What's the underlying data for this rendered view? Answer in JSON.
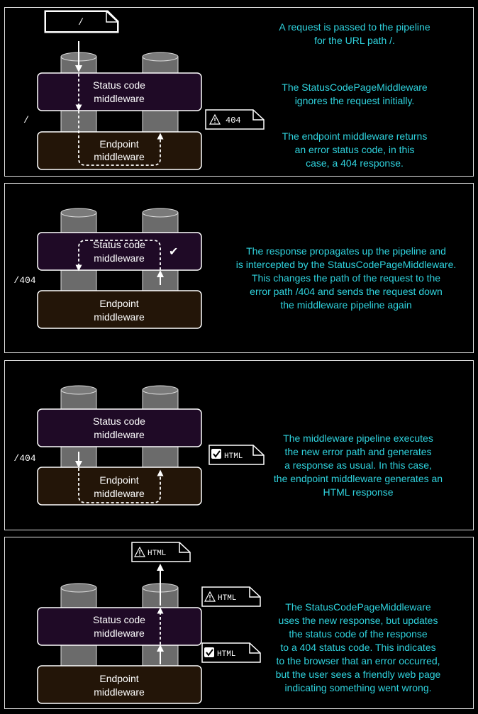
{
  "middleware": {
    "status_label": "Status code middleware",
    "status_line1": "Status code",
    "status_line2": "middleware",
    "endpoint_line1": "Endpoint",
    "endpoint_line2": "middleware"
  },
  "colors": {
    "text_accent": "#2fd3de",
    "status_box": "#1f0a26",
    "endpoint_box": "#231508",
    "pillar": "#6b6b6b",
    "border": "#e6e6e6"
  },
  "panels": [
    {
      "request_doc": "/",
      "path_label": "/",
      "response_badge": {
        "icon": "warning-icon",
        "text": "404"
      },
      "descriptions": [
        "A request is passed to the pipeline\nfor the URL path /.",
        "The StatusCodePageMiddleware\nignores the request initially.",
        "The endpoint middleware returns\nan error status code, in this\ncase, a 404 response."
      ]
    },
    {
      "path_label": "/404",
      "check_mark": "✔",
      "description": "The response propagates up the pipeline and\nis intercepted by the StatusCodePageMiddleware.\nThis changes the path of the request to the\nerror path /404 and sends the request down\nthe middleware pipeline again"
    },
    {
      "path_label": "/404",
      "response_badge": {
        "icon": "check-icon",
        "text": "HTML"
      },
      "description": "The middleware pipeline executes\nthe new error path and generates\na response as usual. In this case,\nthe endpoint middleware generates an\nHTML response"
    },
    {
      "top_badge": {
        "icon": "warning-icon",
        "text": "HTML"
      },
      "upper_badge": {
        "icon": "warning-icon",
        "text": "HTML"
      },
      "lower_badge": {
        "icon": "check-icon",
        "text": "HTML"
      },
      "description": "The StatusCodePageMiddleware\nuses the new response, but updates\nthe status code of the response\nto a 404 status code. This indicates\nto the browser that an error occurred,\nbut the user sees a friendly web page\nindicating something went wrong."
    }
  ]
}
